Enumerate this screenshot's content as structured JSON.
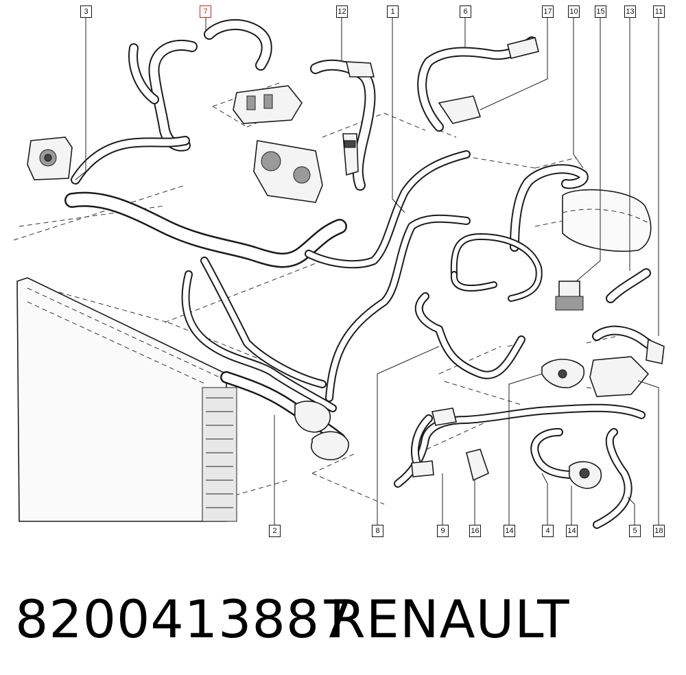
{
  "callouts": [
    {
      "id": "c3",
      "label": "3",
      "selected": false
    },
    {
      "id": "c7",
      "label": "7",
      "selected": true
    },
    {
      "id": "c12",
      "label": "12",
      "selected": false
    },
    {
      "id": "c1",
      "label": "1",
      "selected": false
    },
    {
      "id": "c6",
      "label": "6",
      "selected": false
    },
    {
      "id": "c17",
      "label": "17",
      "selected": false
    },
    {
      "id": "c10",
      "label": "10",
      "selected": false
    },
    {
      "id": "c15",
      "label": "15",
      "selected": false
    },
    {
      "id": "c13",
      "label": "13",
      "selected": false
    },
    {
      "id": "c11",
      "label": "11",
      "selected": false
    },
    {
      "id": "c2",
      "label": "2",
      "selected": false
    },
    {
      "id": "c8",
      "label": "8",
      "selected": false
    },
    {
      "id": "c9",
      "label": "9",
      "selected": false
    },
    {
      "id": "c16",
      "label": "16",
      "selected": false
    },
    {
      "id": "c14a",
      "label": "14",
      "selected": false
    },
    {
      "id": "c4",
      "label": "4",
      "selected": false
    },
    {
      "id": "c14b",
      "label": "14",
      "selected": false
    },
    {
      "id": "c5",
      "label": "5",
      "selected": false
    },
    {
      "id": "c18",
      "label": "18",
      "selected": false
    }
  ],
  "caption": {
    "part_number": "8200413887",
    "brand": "RENAULT"
  },
  "colors": {
    "line": "#1a1a1a",
    "selected_callout": "#d02020",
    "background": "#ffffff"
  }
}
